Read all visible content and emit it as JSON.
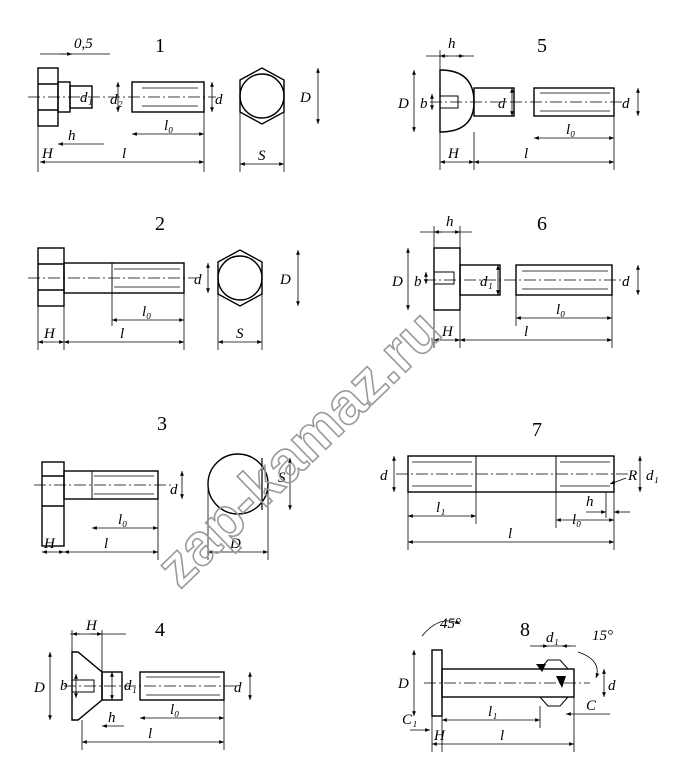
{
  "watermark": "zap-kamaz.ru",
  "figures": [
    {
      "number": "1",
      "labels": {
        "t05": "0,5",
        "d1": "d₁",
        "d2": "d₂",
        "d": "d",
        "D": "D",
        "h": "h",
        "l0": "l₀",
        "H": "H",
        "l": "l",
        "S": "S"
      }
    },
    {
      "number": "2",
      "labels": {
        "d": "d",
        "D": "D",
        "l0": "l₀",
        "H": "H",
        "l": "l",
        "S": "S"
      }
    },
    {
      "number": "3",
      "labels": {
        "d": "d",
        "S": "S",
        "l0": "l₀",
        "H": "H",
        "l": "l",
        "D": "D"
      }
    },
    {
      "number": "4",
      "labels": {
        "H": "H",
        "D": "D",
        "b": "b",
        "d1": "d₁",
        "d": "d",
        "h": "h",
        "l0": "l₀",
        "l": "l"
      }
    },
    {
      "number": "5",
      "labels": {
        "h": "h",
        "D": "D",
        "b": "b",
        "d": "d",
        "d2": "d",
        "l0": "l₀",
        "H": "H",
        "l": "l"
      }
    },
    {
      "number": "6",
      "labels": {
        "h": "h",
        "D": "D",
        "b": "b",
        "d1": "d₁",
        "d": "d",
        "l0": "l₀",
        "H": "H",
        "l": "l"
      }
    },
    {
      "number": "7",
      "labels": {
        "d": "d",
        "R": "R",
        "d1": "d₁",
        "h": "h",
        "l1": "l₁",
        "l0": "l₀",
        "l": "l"
      }
    },
    {
      "number": "8",
      "labels": {
        "a45": "45°",
        "d1": "d₁",
        "a15": "15°",
        "D": "D",
        "d": "d",
        "C1": "C₁",
        "l1": "l₁",
        "C": "C",
        "H": "H",
        "l": "l"
      }
    }
  ]
}
